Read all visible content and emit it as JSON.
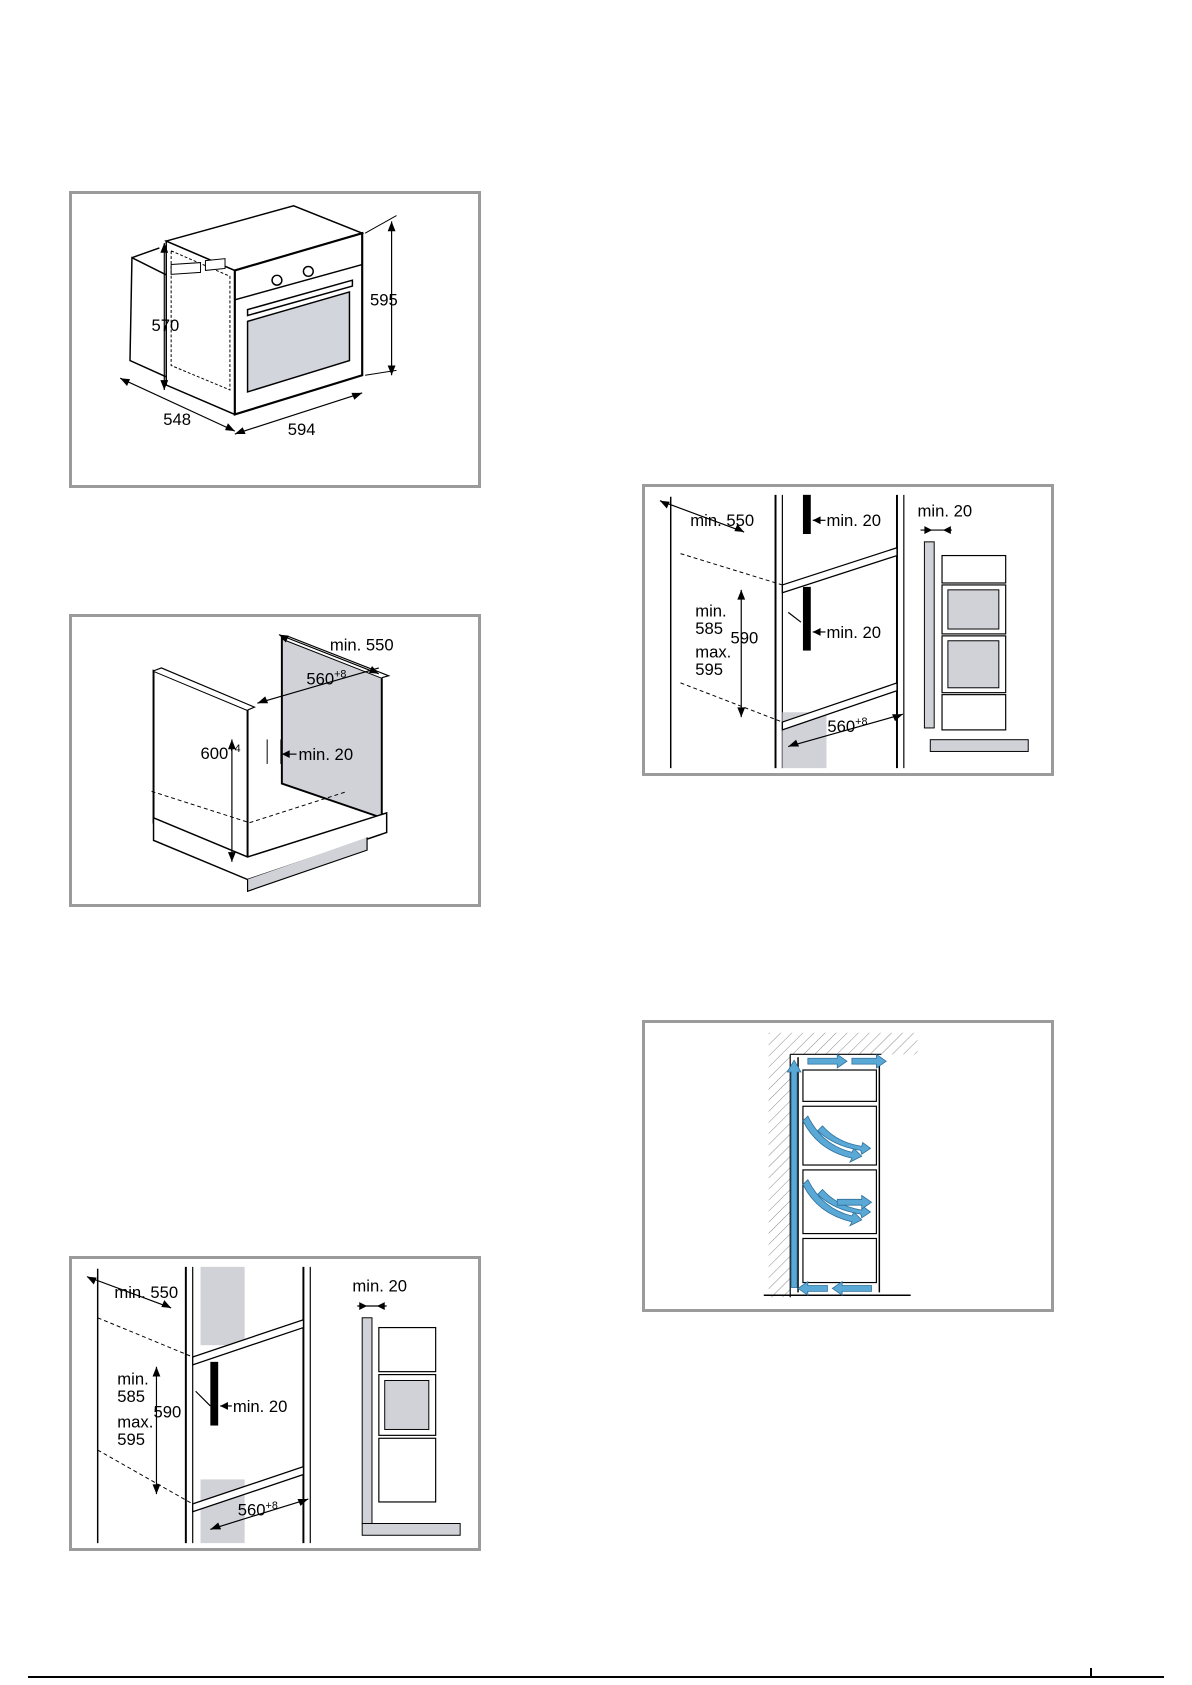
{
  "panels": {
    "oven_dimensions": {
      "height_front": "595",
      "height_body": "570",
      "depth": "548",
      "width": "594"
    },
    "base_cabinet": {
      "depth": "min. 550",
      "width": "560",
      "width_tol": "+8",
      "height": "600",
      "height_tol": "+4",
      "gap": "min. 20"
    },
    "tall_cabinet_left": {
      "depth": "min. 550",
      "side_gap": "min. 20",
      "niche_min_label": "min.",
      "niche_min": "585",
      "niche_max_label": "max.",
      "niche_max": "595",
      "niche_height": "590",
      "inner_gap": "min. 20",
      "width": "560",
      "width_tol": "+8"
    },
    "tall_cabinet_right": {
      "depth": "min. 550",
      "top_gap": "min. 20",
      "side_gap": "min. 20",
      "niche_min_label": "min.",
      "niche_min": "585",
      "niche_max_label": "max.",
      "niche_max": "595",
      "niche_height": "590",
      "inner_gap": "min. 20",
      "width": "560",
      "width_tol": "+8"
    }
  },
  "colors": {
    "panel_border": "#9b9b9b",
    "oven_glass": "#d3d5dc",
    "shade": "#d0d2d8",
    "airflow": "#5aa8d6"
  }
}
